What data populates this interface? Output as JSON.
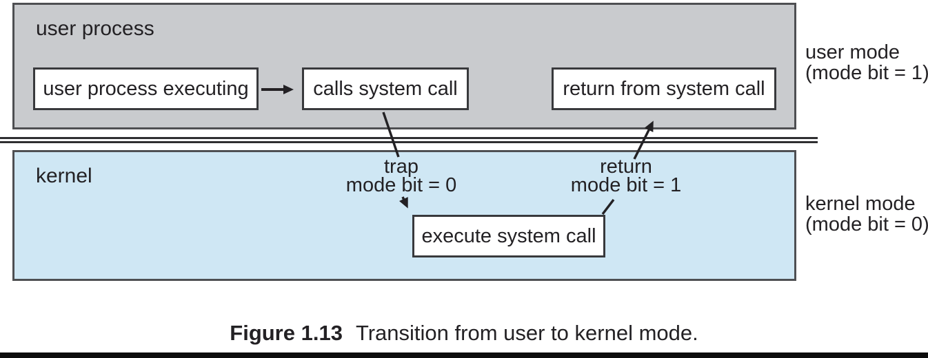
{
  "diagram": {
    "user_area": {
      "label": "user process",
      "nodes": {
        "executing": "user process executing",
        "calls": "calls system call",
        "return_from": "return from system call"
      },
      "mode": {
        "line1": "user mode",
        "line2": "(mode bit = 1)"
      }
    },
    "kernel_area": {
      "label": "kernel",
      "trap": {
        "line1": "trap",
        "line2": "mode bit = 0"
      },
      "ret": {
        "line1": "return",
        "line2": "mode bit = 1"
      },
      "nodes": {
        "execute": "execute system call"
      },
      "mode": {
        "line1": "kernel mode",
        "line2": "(mode bit = 0)"
      }
    },
    "caption": {
      "label": "Figure 1.13",
      "text": "Transition from user to kernel mode."
    },
    "colors": {
      "user_area_fill": "#c9cbce",
      "kernel_area_fill": "#cfe7f4",
      "node_fill": "#ffffff",
      "region_border": "#4e4f52",
      "node_border": "#38393c",
      "line_color": "#232124",
      "text_color": "#232124",
      "page_bg": "#ffffff"
    }
  }
}
